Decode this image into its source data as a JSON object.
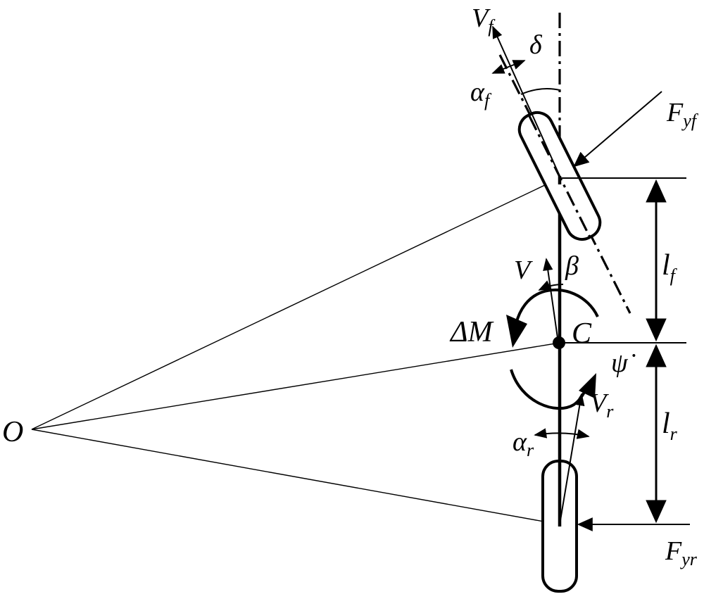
{
  "labels": {
    "O": "O",
    "C": "C",
    "delta_m": "ΔM",
    "psi_dot": "ψ̇",
    "V": "V",
    "beta": "β",
    "delta": "δ",
    "V_f": {
      "main": "V",
      "sub": "f"
    },
    "V_r": {
      "main": "V",
      "sub": "r"
    },
    "alpha_f": {
      "main": "α",
      "sub": "f"
    },
    "alpha_r": {
      "main": "α",
      "sub": "r"
    },
    "F_yf": {
      "main": "F",
      "sub": "yf"
    },
    "F_yr": {
      "main": "F",
      "sub": "yr"
    },
    "l_f": {
      "main": "l",
      "sub": "f"
    },
    "l_r": {
      "main": "l",
      "sub": "r"
    }
  },
  "colors": {
    "ink": "#000000",
    "background": "#ffffff"
  }
}
